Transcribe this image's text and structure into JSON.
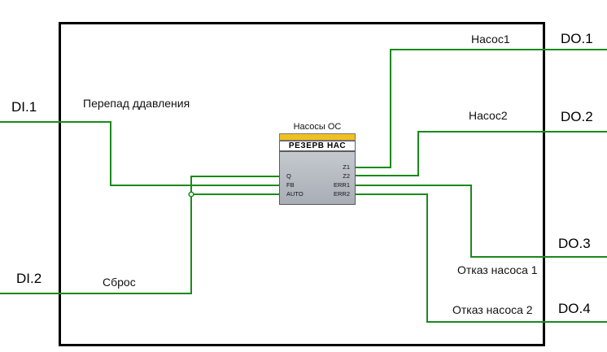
{
  "io_labels": {
    "di1": "DI.1",
    "di2": "DI.2",
    "do1": "DO.1",
    "do2": "DO.2",
    "do3": "DO.3",
    "do4": "DO.4"
  },
  "signal_labels": {
    "pressure_drop": "Перепад ддавления",
    "reset": "Сброс",
    "pump1": "Насос1",
    "pump2": "Насос2",
    "pump1_fault": "Отказ насоса 1",
    "pump2_fault": "Отказ насоса 2"
  },
  "block": {
    "title": "Насосы ОС",
    "header": "РЕЗЕРВ НАС",
    "inputs": [
      "Q",
      "FB",
      "AUTO"
    ],
    "outputs": [
      "Z1",
      "Z2",
      "ERR1",
      "ERR2"
    ]
  },
  "colors": {
    "wire": "#1a8a1a",
    "frame": "#000000",
    "block_accent": "#f0c020",
    "block_body": "#b4b8bf"
  }
}
